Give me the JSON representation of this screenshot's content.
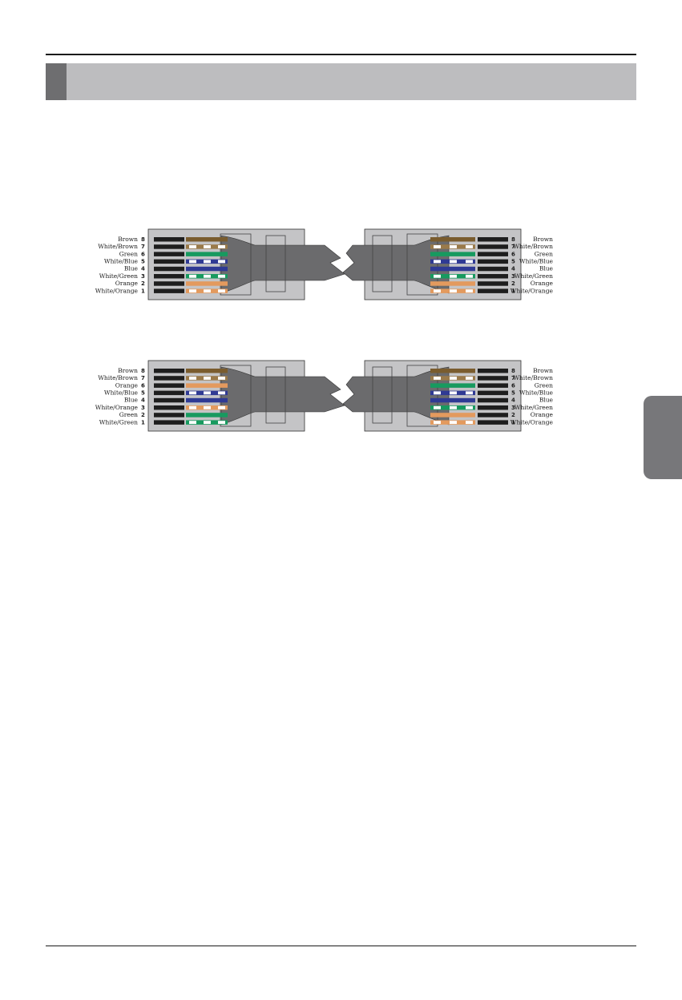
{
  "colors": {
    "Brown": "#7a5c2e",
    "White/Brown": "#9a7a4a",
    "Green": "#179a5f",
    "White/Blue": "#2f3a94",
    "Blue": "#2f3a94",
    "White/Green": "#179a5f",
    "Orange": "#e39a5e",
    "White/Orange": "#e39a5e",
    "plug_body": "#c4c4c6",
    "cable": "#6b6b6d",
    "contact": "#1e1e1e"
  },
  "diagrams": [
    {
      "left_pins": [
        {
          "num": "8",
          "label": "Brown",
          "wire": "Brown",
          "striped": false
        },
        {
          "num": "7",
          "label": "White/Brown",
          "wire": "White/Brown",
          "striped": true
        },
        {
          "num": "6",
          "label": "Green",
          "wire": "Green",
          "striped": false
        },
        {
          "num": "5",
          "label": "White/Blue",
          "wire": "White/Blue",
          "striped": true
        },
        {
          "num": "4",
          "label": "Blue",
          "wire": "Blue",
          "striped": false
        },
        {
          "num": "3",
          "label": "White/Green",
          "wire": "White/Green",
          "striped": true
        },
        {
          "num": "2",
          "label": "Orange",
          "wire": "Orange",
          "striped": false
        },
        {
          "num": "1",
          "label": "White/Orange",
          "wire": "White/Orange",
          "striped": true
        }
      ],
      "right_pins": [
        {
          "num": "8",
          "label": "Brown",
          "wire": "Brown",
          "striped": false
        },
        {
          "num": "7",
          "label": "White/Brown",
          "wire": "White/Brown",
          "striped": true
        },
        {
          "num": "6",
          "label": "Green",
          "wire": "Green",
          "striped": false
        },
        {
          "num": "5",
          "label": "White/Blue",
          "wire": "White/Blue",
          "striped": true
        },
        {
          "num": "4",
          "label": "Blue",
          "wire": "Blue",
          "striped": false
        },
        {
          "num": "3",
          "label": "White/Green",
          "wire": "White/Green",
          "striped": true
        },
        {
          "num": "2",
          "label": "Orange",
          "wire": "Orange",
          "striped": false
        },
        {
          "num": "1",
          "label": "White/Orange",
          "wire": "White/Orange",
          "striped": true
        }
      ]
    },
    {
      "left_pins": [
        {
          "num": "8",
          "label": "Brown",
          "wire": "Brown",
          "striped": false
        },
        {
          "num": "7",
          "label": "White/Brown",
          "wire": "White/Brown",
          "striped": true
        },
        {
          "num": "6",
          "label": "Orange",
          "wire": "Orange",
          "striped": false
        },
        {
          "num": "5",
          "label": "White/Blue",
          "wire": "White/Blue",
          "striped": true
        },
        {
          "num": "4",
          "label": "Blue",
          "wire": "Blue",
          "striped": false
        },
        {
          "num": "3",
          "label": "White/Orange",
          "wire": "White/Orange",
          "striped": true
        },
        {
          "num": "2",
          "label": "Green",
          "wire": "Green",
          "striped": false
        },
        {
          "num": "1",
          "label": "White/Green",
          "wire": "White/Green",
          "striped": true
        }
      ],
      "right_pins": [
        {
          "num": "8",
          "label": "Brown",
          "wire": "Brown",
          "striped": false
        },
        {
          "num": "7",
          "label": "White/Brown",
          "wire": "White/Brown",
          "striped": true
        },
        {
          "num": "6",
          "label": "Green",
          "wire": "Green",
          "striped": false
        },
        {
          "num": "5",
          "label": "White/Blue",
          "wire": "White/Blue",
          "striped": true
        },
        {
          "num": "4",
          "label": "Blue",
          "wire": "Blue",
          "striped": false
        },
        {
          "num": "3",
          "label": "White/Green",
          "wire": "White/Green",
          "striped": true
        },
        {
          "num": "2",
          "label": "Orange",
          "wire": "Orange",
          "striped": false
        },
        {
          "num": "1",
          "label": "White/Orange",
          "wire": "White/Orange",
          "striped": true
        }
      ]
    }
  ]
}
